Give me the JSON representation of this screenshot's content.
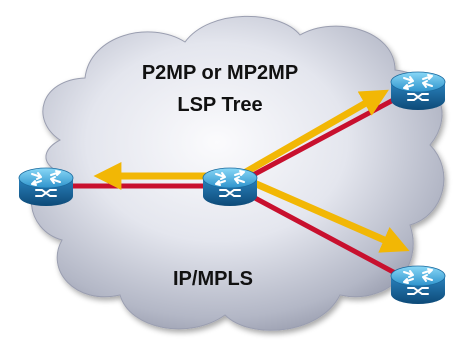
{
  "diagram": {
    "title_line1": "P2MP or MP2MP",
    "title_line2": "LSP Tree",
    "network_label": "IP/MPLS"
  },
  "colors": {
    "cloud_light": "#f3f4f8",
    "cloud_mid": "#c9ccd8",
    "cloud_dark": "#7b7f93",
    "router_top": "#5cc3f0",
    "router_side": "#1f6fa5",
    "router_dark": "#0d4a78",
    "link_red": "#c8102e",
    "lsp_arrow": "#f2b705"
  },
  "routers": [
    {
      "name": "router-left",
      "icon": "router-icon"
    },
    {
      "name": "router-center",
      "icon": "router-icon"
    },
    {
      "name": "router-top-right",
      "icon": "router-icon"
    },
    {
      "name": "router-bottom-right",
      "icon": "router-icon"
    }
  ]
}
